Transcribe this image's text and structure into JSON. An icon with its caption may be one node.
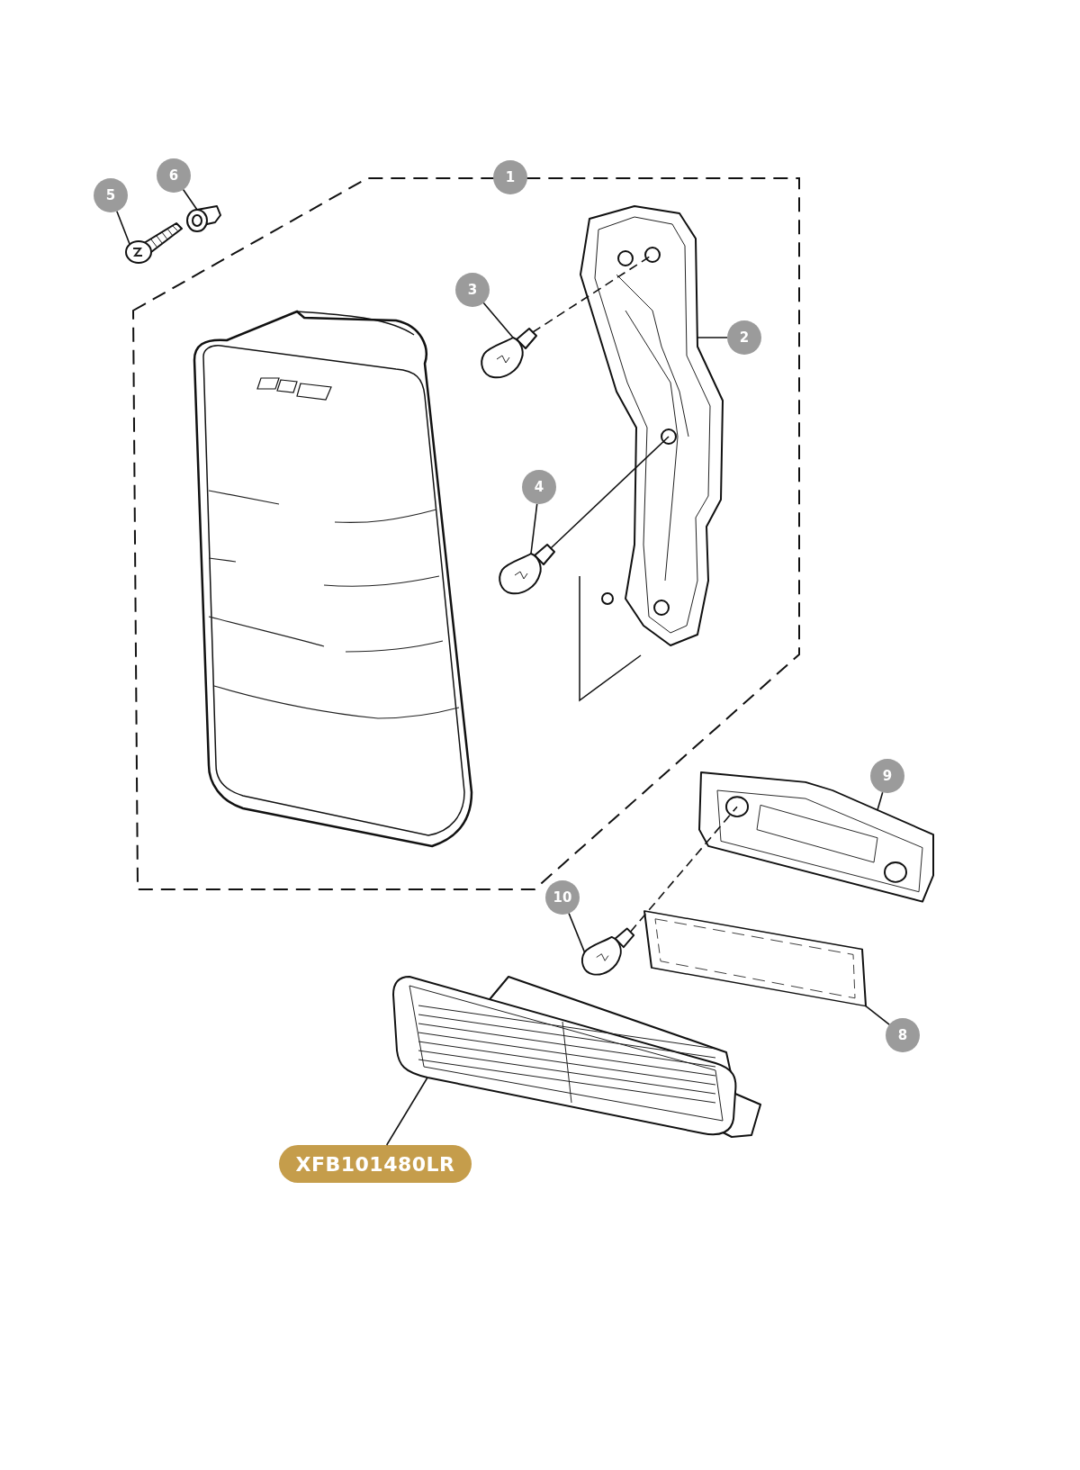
{
  "diagram": {
    "nodes": [
      {
        "text": [
          "6"
        ]
      },
      {
        "text": [
          "1"
        ]
      },
      {
        "text": [
          "5"
        ]
      },
      {
        "text": [
          "3"
        ]
      },
      {
        "text": [
          "2"
        ]
      },
      {
        "text": [
          "4"
        ]
      },
      {
        "text": [
          "9"
        ]
      },
      {
        "text": [
          "10"
        ]
      },
      {
        "text": [
          "8"
        ]
      },
      {
        "text": [
          "XFB101480LR"
        ]
      },
      {
        "text": [],
        "shape": "picture"
      },
      {
        "text": [],
        "shape": "picture"
      },
      {
        "text": [],
        "shape": "picture"
      },
      {
        "text": [],
        "shape": "picture"
      },
      {
        "text": [],
        "shape": "picture"
      },
      {
        "text": [],
        "shape": "picture"
      },
      {
        "text": [],
        "shape": "picture"
      },
      {
        "text": [],
        "shape": "picture"
      },
      {
        "text": [],
        "shape": "picture"
      }
    ],
    "edges": [
      {
        "from": 0,
        "to": 10,
        "arrow": "none"
      },
      {
        "from": 2,
        "to": 11,
        "arrow": "none"
      },
      {
        "from": 3,
        "to": 12,
        "arrow": "none"
      },
      {
        "from": 4,
        "to": 13,
        "arrow": "none"
      },
      {
        "from": 5,
        "to": 14,
        "arrow": "none"
      },
      {
        "from": 6,
        "to": 15,
        "arrow": "none"
      },
      {
        "from": 7,
        "to": 16,
        "arrow": "none"
      },
      {
        "from": 8,
        "to": 17,
        "arrow": "none"
      },
      {
        "from": 9,
        "to": 18,
        "arrow": "none"
      },
      {
        "from": 12,
        "to": 13,
        "arrow": "none",
        "style": "dashed"
      },
      {
        "from": 14,
        "to": 13,
        "arrow": "none"
      },
      {
        "from": 16,
        "to": 15,
        "arrow": "none",
        "style": "dashed"
      }
    ]
  }
}
